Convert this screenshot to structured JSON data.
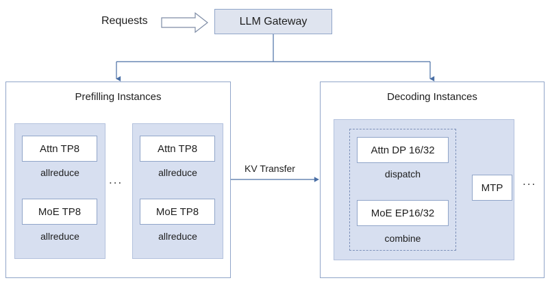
{
  "diagram": {
    "title_source": "LLM serving disaggregated prefill/decode architecture",
    "colors": {
      "group_fill": "#d7dff0",
      "gateway_fill": "#dfe4ef",
      "node_fill": "#ffffff",
      "border": "#8fa4c8",
      "dashed_border": "#7b8fb8",
      "connector": "#4a6fa5",
      "text": "#1d1d1d"
    },
    "requests": {
      "label": "Requests",
      "arrow_icon": "block-arrow-right-icon"
    },
    "gateway": {
      "label": "LLM Gateway"
    },
    "prefilling": {
      "title": "Prefilling Instances",
      "ellipsis": "...",
      "instances": [
        {
          "nodes": [
            {
              "label": "Attn TP8",
              "comm": "allreduce"
            },
            {
              "label": "MoE TP8",
              "comm": "allreduce"
            }
          ]
        },
        {
          "nodes": [
            {
              "label": "Attn TP8",
              "comm": "allreduce"
            },
            {
              "label": "MoE TP8",
              "comm": "allreduce"
            }
          ]
        }
      ]
    },
    "kv_transfer": {
      "label": "KV Transfer"
    },
    "decoding": {
      "title": "Decoding Instances",
      "ellipsis": "...",
      "nodes": [
        {
          "label": "Attn DP 16/32",
          "comm": "dispatch"
        },
        {
          "label": "MoE EP16/32",
          "comm": "combine"
        }
      ],
      "mtp": {
        "label": "MTP"
      }
    }
  }
}
